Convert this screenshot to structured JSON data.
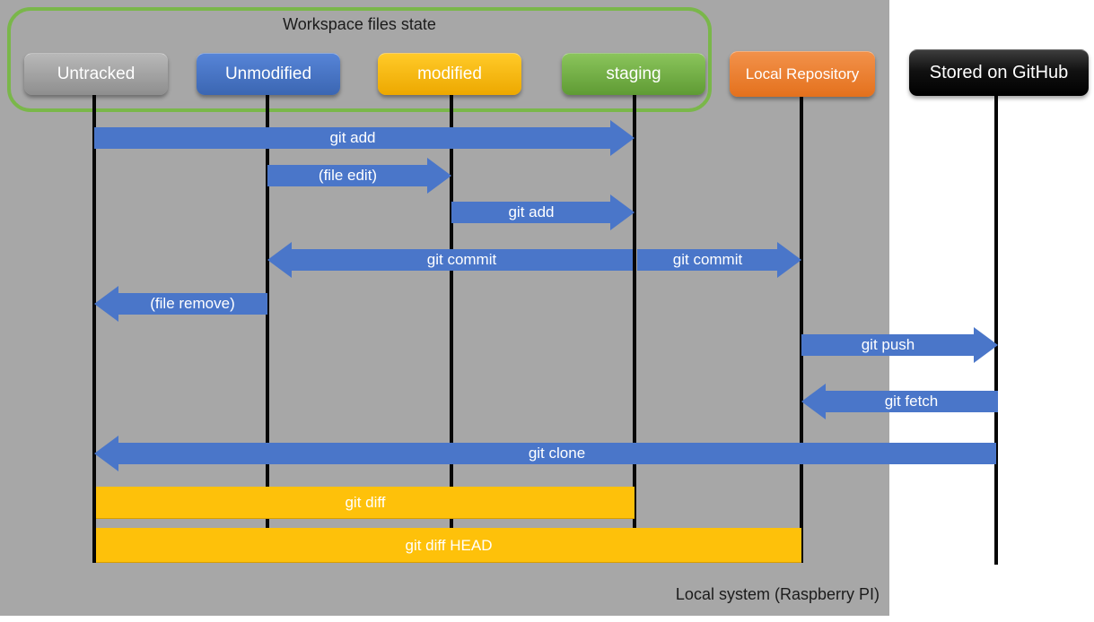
{
  "workspace_group": {
    "label": "Workspace files state"
  },
  "states": {
    "untracked": {
      "label": "Untracked",
      "color": "#9e9e9e"
    },
    "unmodified": {
      "label": "Unmodified",
      "color": "#4472c4"
    },
    "modified": {
      "label": "modified",
      "color": "#ffc000"
    },
    "staging": {
      "label": "staging",
      "color": "#70ad47"
    },
    "local_repository": {
      "label": "Local Repository",
      "color": "#ed7d31"
    },
    "github": {
      "label": "Stored on GitHub",
      "color": "#000000"
    }
  },
  "arrows": [
    {
      "label": "git add",
      "from": "untracked",
      "to": "staging",
      "direction": "right"
    },
    {
      "label": "(file edit)",
      "from": "unmodified",
      "to": "modified",
      "direction": "right"
    },
    {
      "label": "git add",
      "from": "modified",
      "to": "staging",
      "direction": "right"
    },
    {
      "label": "git commit",
      "from": "staging",
      "to": "unmodified",
      "direction": "left"
    },
    {
      "label": "git commit",
      "from": "staging",
      "to": "local_repository",
      "direction": "right"
    },
    {
      "label": "(file remove)",
      "from": "unmodified",
      "to": "untracked",
      "direction": "left"
    },
    {
      "label": "git push",
      "from": "local_repository",
      "to": "github",
      "direction": "right"
    },
    {
      "label": "git fetch",
      "from": "github",
      "to": "local_repository",
      "direction": "left"
    },
    {
      "label": "git clone",
      "from": "github",
      "to": "untracked",
      "direction": "left"
    }
  ],
  "ranges": [
    {
      "label": "git diff",
      "from": "untracked",
      "to": "staging",
      "color": "#ffc000"
    },
    {
      "label": "git diff HEAD",
      "from": "untracked",
      "to": "local_repository",
      "color": "#ffc000"
    }
  ],
  "footer": {
    "label": "Local system (Raspberry PI)"
  },
  "colors": {
    "background_gray": "#a7a7a7",
    "arrow_blue": "#4a76c9",
    "range_gold": "#fec10a",
    "group_border_green": "#7ab74a"
  }
}
